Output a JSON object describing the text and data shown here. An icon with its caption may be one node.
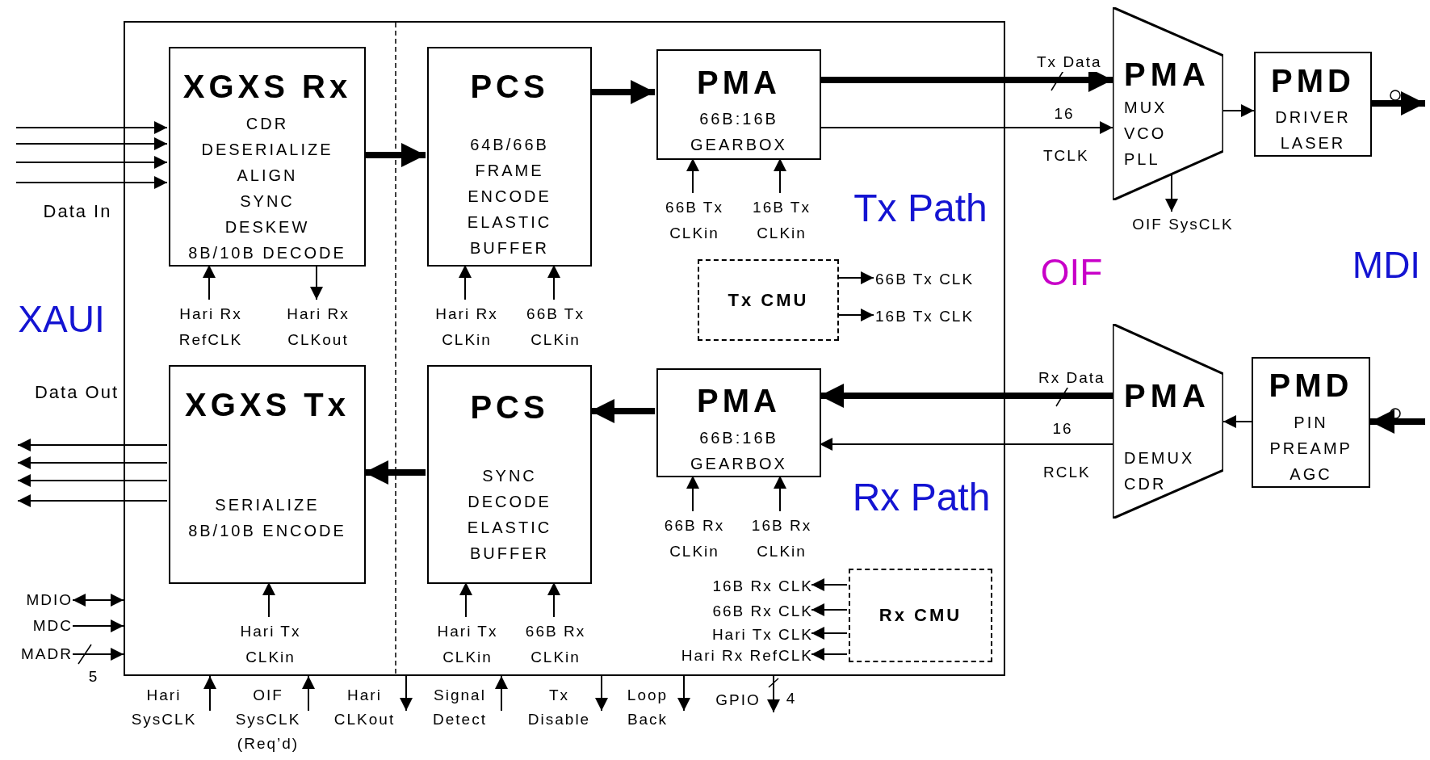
{
  "diagram": {
    "nodes": [
      {
        "text": [],
        "shape": "box"
      },
      {
        "text": [
          "XGXS Rx",
          "CDR",
          "DESERIALIZE",
          "ALIGN",
          "SYNC",
          "DESKEW",
          "8B/10B DECODE"
        ],
        "in": 0
      },
      {
        "text": [
          "PCS",
          "64B/66B FRAME ENCODE",
          "ELASTIC BUFFER"
        ],
        "in": 0
      },
      {
        "text": [
          "PMA",
          "66B:16B GEARBOX"
        ],
        "in": 0
      },
      {
        "text": [
          "PMA",
          "MUX VCO PLL"
        ]
      },
      {
        "text": [
          "PMD",
          "DRIVER LASER"
        ]
      },
      {
        "text": [
          "Tx CMU"
        ],
        "in": 0
      },
      {
        "text": [
          "XGXS Tx",
          "SERIALIZE",
          "8B/10B ENCODE"
        ],
        "in": 0
      },
      {
        "text": [
          "PCS",
          "SYNC DECODE",
          "ELASTIC BUFFER"
        ],
        "in": 0
      },
      {
        "text": [
          "PMA",
          "66B:16B GEARBOX"
        ],
        "in": 0
      },
      {
        "text": [
          "PMA",
          "DEMUX CDR"
        ]
      },
      {
        "text": [
          "PMD",
          "PIN PREAMP AGC"
        ]
      },
      {
        "text": [
          "Rx CMU"
        ],
        "in": 0
      },
      {
        "text": [
          "Hari Rx RefCLK"
        ],
        "in": 0
      },
      {
        "text": [
          "Hari Rx CLKout"
        ],
        "in": 0
      },
      {
        "text": [
          "Hari Rx CLKin"
        ],
        "in": 0
      },
      {
        "text": [
          "66B Tx CLKin"
        ],
        "in": 0
      },
      {
        "text": [
          "66B Tx CLKin"
        ],
        "in": 0
      },
      {
        "text": [
          "16B Tx CLKin"
        ],
        "in": 0
      },
      {
        "text": [
          "66B Tx CLK"
        ],
        "in": 0
      },
      {
        "text": [
          "16B Tx CLK"
        ],
        "in": 0
      },
      {
        "text": [
          "OIF SysCLK"
        ]
      },
      {
        "text": [
          "Hari Tx CLKin"
        ],
        "in": 0
      },
      {
        "text": [
          "Hari Tx CLKin"
        ],
        "in": 0
      },
      {
        "text": [
          "66B Rx CLKin"
        ],
        "in": 0
      },
      {
        "text": [
          "66B Rx CLKin"
        ],
        "in": 0
      },
      {
        "text": [
          "16B Rx CLKin"
        ],
        "in": 0
      },
      {
        "text": [
          "16B Rx CLK"
        ],
        "in": 0
      },
      {
        "text": [
          "66B Rx CLK"
        ],
        "in": 0
      },
      {
        "text": [
          "Hari Tx CLK"
        ],
        "in": 0
      },
      {
        "text": [
          "Hari Rx RefCLK"
        ],
        "in": 0
      },
      {
        "text": [
          "MDIO"
        ]
      },
      {
        "text": [
          "MDC"
        ]
      },
      {
        "text": [
          "MADR"
        ]
      },
      {
        "text": [
          "Hari SysCLK"
        ]
      },
      {
        "text": [
          "OIF SysCLK (Req’d)"
        ]
      },
      {
        "text": [
          "Hari CLKout"
        ]
      },
      {
        "text": [
          "Signal Detect"
        ]
      },
      {
        "text": [
          "Tx Disable"
        ]
      },
      {
        "text": [
          "Loop Back"
        ]
      },
      {
        "text": [
          "GPIO"
        ]
      }
    ],
    "edges": [
      {
        "from": null,
        "to": 1,
        "arrow": "to"
      },
      {
        "from": null,
        "to": 1,
        "arrow": "to"
      },
      {
        "from": null,
        "to": 1,
        "arrow": "to"
      },
      {
        "from": null,
        "to": 1,
        "arrow": "to"
      },
      {
        "from": 1,
        "to": 2,
        "arrow": "to",
        "style": "thick"
      },
      {
        "from": 2,
        "to": 3,
        "arrow": "to",
        "style": "thick"
      },
      {
        "from": 3,
        "to": 4,
        "arrow": "to",
        "style": "thick",
        "label": "Tx Data"
      },
      {
        "from": 3,
        "to": 4,
        "arrow": "to",
        "label": "TCLK"
      },
      {
        "from": 4,
        "to": 5,
        "arrow": "to"
      },
      {
        "from": 5,
        "to": null,
        "arrow": "to",
        "style": "thick"
      },
      {
        "from": 6,
        "to": 19,
        "arrow": "to"
      },
      {
        "from": 6,
        "to": 20,
        "arrow": "to"
      },
      {
        "from": 4,
        "to": 21,
        "arrow": "to"
      },
      {
        "from": 13,
        "to": 1,
        "arrow": "to"
      },
      {
        "from": 1,
        "to": 14,
        "arrow": "to"
      },
      {
        "from": 15,
        "to": 2,
        "arrow": "to"
      },
      {
        "from": 16,
        "to": 2,
        "arrow": "to"
      },
      {
        "from": 17,
        "to": 3,
        "arrow": "to"
      },
      {
        "from": 18,
        "to": 3,
        "arrow": "to"
      },
      {
        "from": 7,
        "to": null,
        "arrow": "to"
      },
      {
        "from": 7,
        "to": null,
        "arrow": "to"
      },
      {
        "from": 7,
        "to": null,
        "arrow": "to"
      },
      {
        "from": 7,
        "to": null,
        "arrow": "to"
      },
      {
        "from": 9,
        "to": 8,
        "arrow": "to",
        "style": "thick"
      },
      {
        "from": 8,
        "to": 7,
        "arrow": "to",
        "style": "thick"
      },
      {
        "from": 10,
        "to": 9,
        "arrow": "to",
        "style": "thick",
        "label": "Rx Data"
      },
      {
        "from": 10,
        "to": 9,
        "arrow": "to",
        "label": "RCLK"
      },
      {
        "from": 11,
        "to": 10,
        "arrow": "to"
      },
      {
        "from": null,
        "to": 11,
        "arrow": "to",
        "style": "thick"
      },
      {
        "from": 12,
        "to": 27,
        "arrow": "to"
      },
      {
        "from": 12,
        "to": 28,
        "arrow": "to"
      },
      {
        "from": 12,
        "to": 29,
        "arrow": "to"
      },
      {
        "from": 12,
        "to": 30,
        "arrow": "to"
      },
      {
        "from": 22,
        "to": 7,
        "arrow": "to"
      },
      {
        "from": 23,
        "to": 8,
        "arrow": "to"
      },
      {
        "from": 24,
        "to": 8,
        "arrow": "to"
      },
      {
        "from": 25,
        "to": 9,
        "arrow": "to"
      },
      {
        "from": 26,
        "to": 9,
        "arrow": "to"
      },
      {
        "from": 31,
        "to": 0,
        "arrow": "both"
      },
      {
        "from": 32,
        "to": 0,
        "arrow": "to"
      },
      {
        "from": 33,
        "to": 0,
        "arrow": "to"
      },
      {
        "from": 34,
        "to": 0,
        "arrow": "to"
      },
      {
        "from": 35,
        "to": 0,
        "arrow": "to"
      },
      {
        "from": 0,
        "to": 36,
        "arrow": "to"
      },
      {
        "from": 37,
        "to": 0,
        "arrow": "to"
      },
      {
        "from": 0,
        "to": 38,
        "arrow": "to"
      },
      {
        "from": 0,
        "to": 39,
        "arrow": "to"
      },
      {
        "from": 0,
        "to": 40,
        "arrow": "to"
      }
    ],
    "labels": [
      "16",
      "Tx Path",
      "Data In",
      "MDI",
      "OIF",
      "XAUI",
      "Data Out",
      "16",
      "Rx Path",
      "5",
      "4"
    ]
  }
}
